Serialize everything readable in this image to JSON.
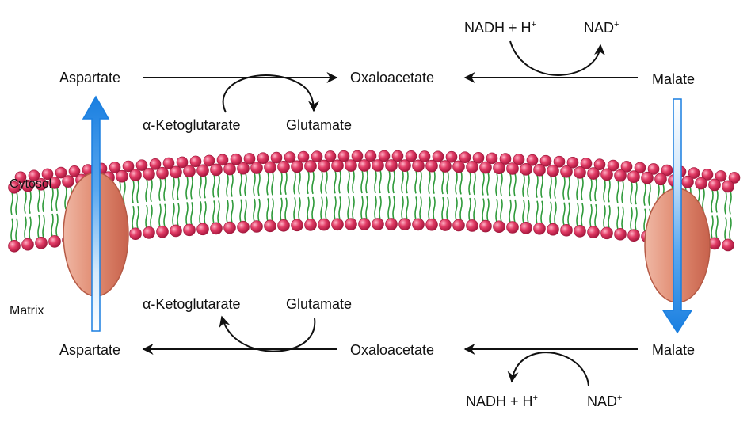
{
  "cytosol": {
    "aspartate": "Aspartate",
    "oxaloacetate": "Oxaloacetate",
    "malate": "Malate",
    "akg": "α-Ketoglutarate",
    "glutamate": "Glutamate",
    "nadh": "NADH + H",
    "nadh_sup": "+",
    "nad": "NAD",
    "nad_sup": "+"
  },
  "matrix": {
    "aspartate": "Aspartate",
    "oxaloacetate": "Oxaloacetate",
    "malate": "Malate",
    "akg": "α-Ketoglutarate",
    "glutamate": "Glutamate",
    "nadh": "NADH + H",
    "nadh_sup": "+",
    "nad": "NAD",
    "nad_sup": "+"
  },
  "sides": {
    "cytosol": "Cytosol",
    "matrix": "Matrix"
  },
  "colors": {
    "headgroup": "#d9305a",
    "tail": "#2e9a3a",
    "transporter": "#e08a70",
    "arrow_blue": "#1a7fe0"
  }
}
